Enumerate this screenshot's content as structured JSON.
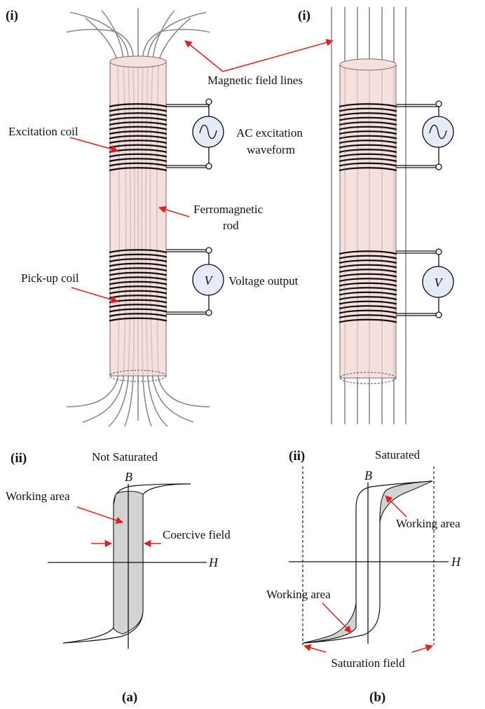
{
  "panel_a": {
    "sub_i": "(i)",
    "sub_ii": "(ii)",
    "caption": "(a)",
    "state": "Not Saturated",
    "labels": {
      "field_lines": "Magnetic field lines",
      "excitation_coil": "Excitation coil",
      "ac_line1": "AC excitation",
      "ac_line2": "waveform",
      "rod_line1": "Ferromagnetic",
      "rod_line2": "rod",
      "pickup_coil": "Pick-up coil",
      "voltage_output": "Voltage output",
      "voltmeter": "V",
      "working_area": "Working area",
      "coercive_field": "Coercive field",
      "axis_b": "B",
      "axis_h": "H"
    }
  },
  "panel_b": {
    "sub_i": "(i)",
    "sub_ii": "(ii)",
    "caption": "(b)",
    "state": "Saturated",
    "labels": {
      "voltmeter": "V",
      "working_area_top": "Working area",
      "working_area_bottom": "Working area",
      "saturation_field": "Saturation field",
      "axis_b": "B",
      "axis_h": "H"
    }
  },
  "colors": {
    "rod": "#f3d6d2",
    "arrow": "#e02020",
    "source_fill": "#e6ecf7",
    "working_area": "#d3d3d3",
    "field_lines": "#8a8a8a"
  }
}
